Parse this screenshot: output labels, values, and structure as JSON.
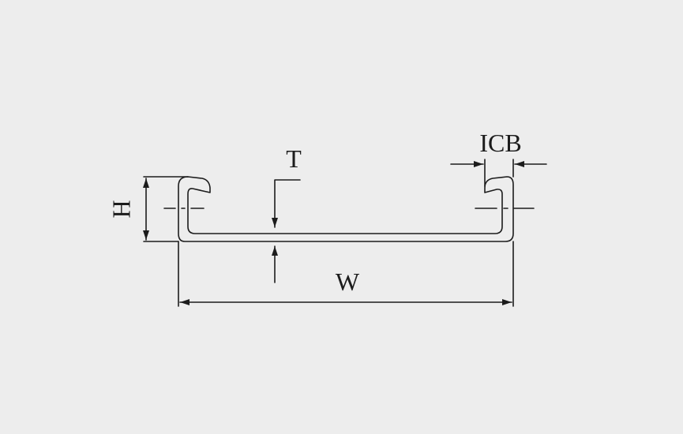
{
  "labels": {
    "height": "H",
    "thickness": "T",
    "width": "W",
    "icb": "ICB"
  },
  "colors": {
    "background": "#ededed",
    "stroke": "#1c1c1c"
  }
}
